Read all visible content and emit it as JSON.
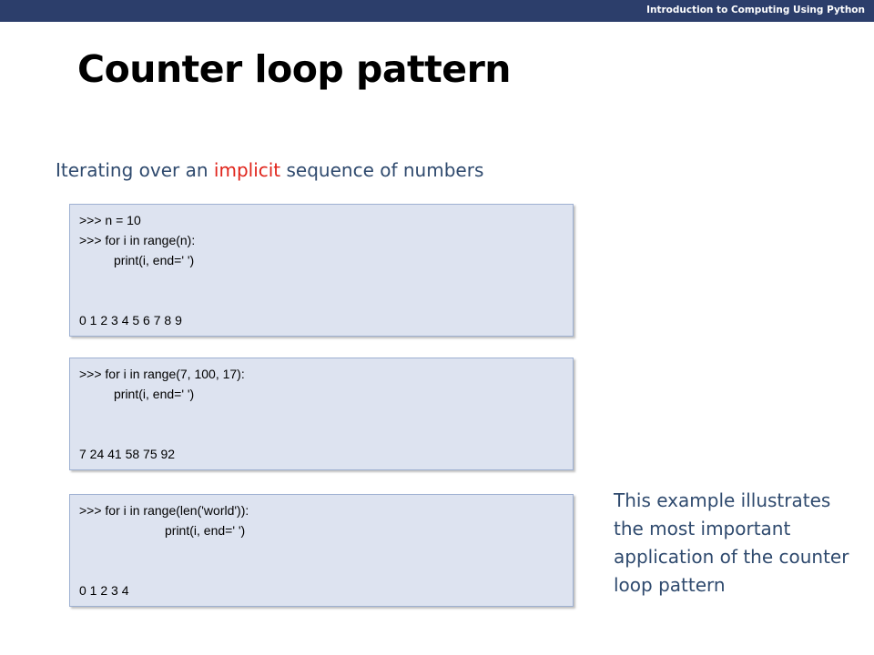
{
  "header": {
    "course": "Introduction to Computing Using Python"
  },
  "slide": {
    "title": "Counter loop pattern",
    "subtitle_before": "Iterating over an ",
    "subtitle_accent": "implicit",
    "subtitle_after": " sequence of numbers",
    "accent_color": "#e0241b",
    "note": "This example illustrates the most important application of the counter loop pattern"
  },
  "code_blocks": [
    {
      "lines": [
        ">>> n = 10",
        ">>> for i in range(n):",
        "print(i, end=' ')",
        "0 1 2 3 4 5 6 7 8 9"
      ]
    },
    {
      "lines": [
        ">>> for i in range(7, 100, 17):",
        "print(i, end=' ')",
        "7 24 41 58 75 92"
      ]
    },
    {
      "lines": [
        ">>> for i in range(len('world')):",
        "print(i, end=' ')",
        "0 1 2 3 4"
      ]
    }
  ]
}
